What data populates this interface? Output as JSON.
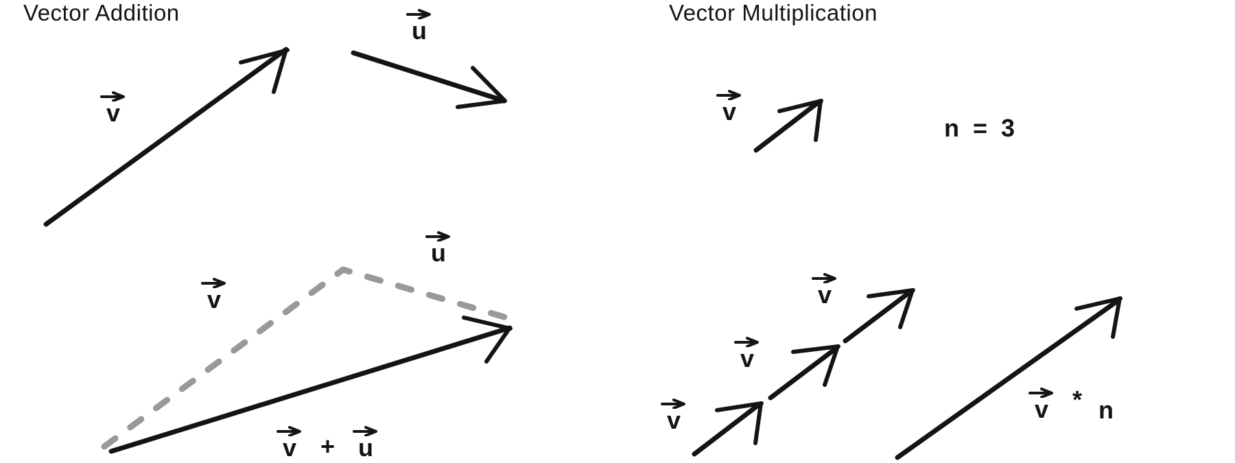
{
  "colors": {
    "ink": "#141414",
    "dash": "#999999",
    "background": "#ffffff"
  },
  "left": {
    "title": "Vector Addition",
    "v_label": "v",
    "u_label": "u",
    "dashed_v_label": "v",
    "dashed_u_label": "u",
    "sum_v_label": "v",
    "sum_plus": "+",
    "sum_u_label": "u"
  },
  "right": {
    "title": "Vector Multiplication",
    "v_label": "v",
    "n_equation": "n  =  3",
    "chain_v1_label": "v",
    "chain_v2_label": "v",
    "chain_v3_label": "v",
    "product_v_label": "v",
    "product_star": "*",
    "product_n_label": "n"
  }
}
